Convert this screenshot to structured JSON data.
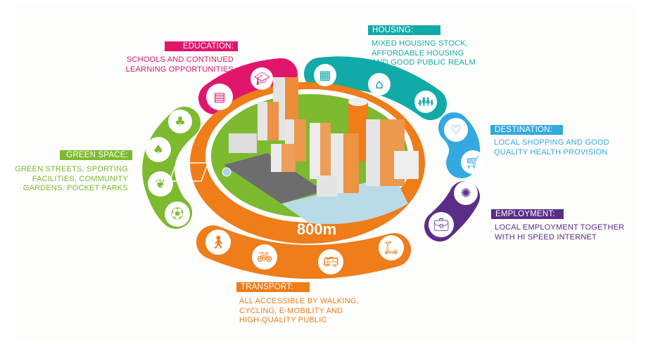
{
  "colors": {
    "education": "#e2156d",
    "housing": "#12aaa8",
    "destination": "#33a9e0",
    "employment": "#5b2d88",
    "transport": "#ee7d1a",
    "green_space": "#7dba2f"
  },
  "center_label": "800m",
  "sections": {
    "education": {
      "title": "EDUCATION:",
      "lines": [
        "SCHOOLS AND CONTINUED",
        "LEARNING OPPORTUNITIES"
      ],
      "icons": [
        "books-icon",
        "graduation-cap-icon"
      ]
    },
    "housing": {
      "title": "HOUSING:",
      "lines": [
        "MIXED HOUSING STOCK,",
        "AFFORDABLE HOUSING",
        "AND GOOD PUBLIC REALM"
      ],
      "icons": [
        "building-icon",
        "house-icon",
        "family-icon"
      ]
    },
    "destination": {
      "title": "DESTINATION:",
      "lines": [
        "LOCAL SHOPPING AND GOOD",
        "QUALITY HEALTH PROVISION"
      ],
      "icons": [
        "stethoscope-icon",
        "shopping-cart-icon"
      ]
    },
    "employment": {
      "title": "EMPLOYMENT:",
      "lines": [
        "LOCAL EMPLOYMENT TOGETHER",
        "WITH HI SPEED INTERNET"
      ],
      "icons": [
        "network-icon",
        "briefcase-icon"
      ]
    },
    "transport": {
      "title": "TRANSPORT:",
      "lines": [
        "ALL ACCESSIBLE BY WALKING,",
        "CYCLING, E-MOBILITY AND",
        "HIGH-QUALITY PUBLIC"
      ],
      "icons": [
        "walking-icon",
        "bicycle-icon",
        "bus-icon",
        "scooter-icon"
      ]
    },
    "green_space": {
      "title": "GREEN SPACE:",
      "lines": [
        "GREEN STREETS, SPORTING",
        "FACILITIES, COMMUNITY",
        "GARDENS, POCKET PARKS"
      ],
      "icons": [
        "playground-icon",
        "park-icon",
        "leaf-icon",
        "football-player-icon"
      ]
    }
  }
}
